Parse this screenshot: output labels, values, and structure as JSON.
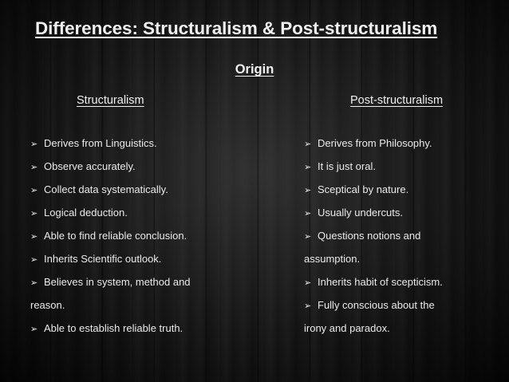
{
  "slide": {
    "title": "Differences: Structuralism & Post-structuralism",
    "subtitle": "Origin"
  },
  "left_column": {
    "heading": "Structuralism",
    "bullet_icon": "arrowhead-bullet-icon",
    "lines": [
      {
        "bullet": true,
        "text": "Derives from Linguistics."
      },
      {
        "bullet": true,
        "text": "Observe accurately."
      },
      {
        "bullet": true,
        "text": "Collect data systematically."
      },
      {
        "bullet": true,
        "text": "Logical deduction."
      },
      {
        "bullet": true,
        "text": "Able to find reliable conclusion."
      },
      {
        "bullet": true,
        "text": "Inherits Scientific outlook."
      },
      {
        "bullet": true,
        "text": "Believes in system, method and"
      },
      {
        "bullet": false,
        "text": "reason."
      },
      {
        "bullet": true,
        "text": "Able to establish reliable truth."
      }
    ]
  },
  "right_column": {
    "heading": "Post-structuralism",
    "bullet_icon": "arrowhead-bullet-icon",
    "lines": [
      {
        "bullet": true,
        "text": "Derives from Philosophy."
      },
      {
        "bullet": true,
        "text": "It is just oral."
      },
      {
        "bullet": true,
        "text": "Sceptical by nature."
      },
      {
        "bullet": true,
        "text": "Usually undercuts."
      },
      {
        "bullet": true,
        "text": "Questions notions and"
      },
      {
        "bullet": false,
        "text": "assumption."
      },
      {
        "bullet": true,
        "text": "Inherits habit of scepticism."
      },
      {
        "bullet": true,
        "text": "Fully conscious about the"
      },
      {
        "bullet": false,
        "text": "irony and paradox."
      }
    ]
  },
  "colors": {
    "text": "#ececec",
    "background": "#1a1a1a"
  }
}
